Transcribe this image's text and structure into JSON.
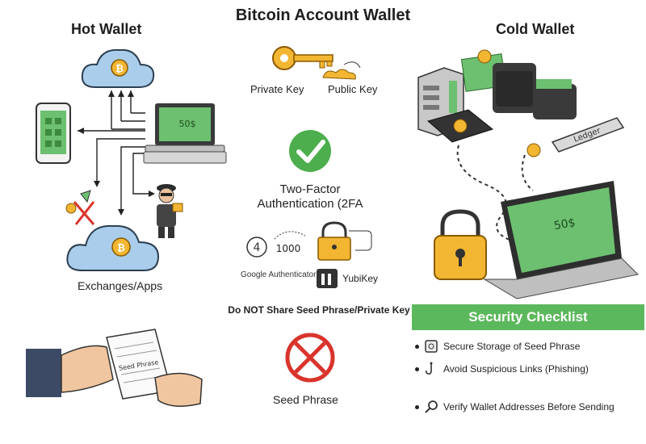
{
  "header": {
    "title": "Bitcoin Account Wallet"
  },
  "hot_wallet": {
    "title": "Hot Wallet",
    "exchanges_label": "Exchanges/Apps",
    "seed_note_label": "Seed Phrase"
  },
  "cold_wallet": {
    "title": "Cold Wallet",
    "device_label": "Ledger",
    "laptop_screen_text": "50$"
  },
  "keys": {
    "private_label": "Private Key",
    "public_label": "Public Key"
  },
  "twofa": {
    "title_line1": "Two-Factor",
    "title_line2": "Authentication (2FA",
    "google_label": "Google Authenticator",
    "yubikey_label": "YubiKey",
    "code_text": "1000"
  },
  "hot_laptop_screen_text": "50$",
  "warning": {
    "text": "Do NOT Share Seed Phrase/Private Key",
    "seed_label": "Seed Phrase"
  },
  "checklist": {
    "title": "Security Checklist",
    "items": [
      {
        "label": "Secure Storage of Seed Phrase",
        "icon": "safe-icon"
      },
      {
        "label": "Avoid Suspicious Links (Phishing)",
        "icon": "phishing-hook-icon"
      },
      {
        "label": "Verify Wallet Addresses Before Sending",
        "icon": "magnifier-icon"
      }
    ]
  },
  "colors": {
    "accent_green": "#5cb85c",
    "gold": "#f2b632",
    "cloud_blue": "#a9cdea",
    "warning_red": "#d9342b"
  }
}
